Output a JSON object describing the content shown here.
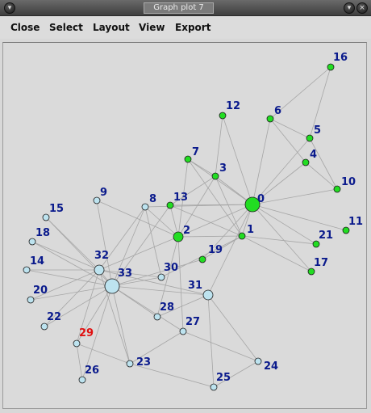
{
  "window": {
    "title": "Graph plot 7",
    "left_button_glyph": "▾",
    "min_button_glyph": "▾",
    "close_button_glyph": "×"
  },
  "menu": {
    "items": [
      {
        "label": "Close"
      },
      {
        "label": "Select"
      },
      {
        "label": "Layout"
      },
      {
        "label": "View"
      },
      {
        "label": "Export"
      }
    ]
  },
  "graph": {
    "colors": {
      "green_node": "#22dd22",
      "blue_node": "#bde3ef",
      "label": "#0a1a8c",
      "highlight_label": "#e01010",
      "edge": "#a6a6a6"
    },
    "nodes": [
      {
        "id": "0",
        "group": "green",
        "size": "large"
      },
      {
        "id": "1",
        "group": "green",
        "size": "small"
      },
      {
        "id": "2",
        "group": "green",
        "size": "medium"
      },
      {
        "id": "3",
        "group": "green",
        "size": "small"
      },
      {
        "id": "4",
        "group": "green",
        "size": "small"
      },
      {
        "id": "5",
        "group": "green",
        "size": "small"
      },
      {
        "id": "6",
        "group": "green",
        "size": "small"
      },
      {
        "id": "7",
        "group": "green",
        "size": "small"
      },
      {
        "id": "8",
        "group": "blue",
        "size": "small"
      },
      {
        "id": "9",
        "group": "blue",
        "size": "small"
      },
      {
        "id": "10",
        "group": "green",
        "size": "small"
      },
      {
        "id": "11",
        "group": "green",
        "size": "small"
      },
      {
        "id": "12",
        "group": "green",
        "size": "small"
      },
      {
        "id": "13",
        "group": "green",
        "size": "small"
      },
      {
        "id": "14",
        "group": "blue",
        "size": "small"
      },
      {
        "id": "15",
        "group": "blue",
        "size": "small"
      },
      {
        "id": "16",
        "group": "green",
        "size": "small"
      },
      {
        "id": "17",
        "group": "green",
        "size": "small"
      },
      {
        "id": "18",
        "group": "blue",
        "size": "small"
      },
      {
        "id": "19",
        "group": "green",
        "size": "small"
      },
      {
        "id": "20",
        "group": "blue",
        "size": "small"
      },
      {
        "id": "21",
        "group": "green",
        "size": "small"
      },
      {
        "id": "22",
        "group": "blue",
        "size": "small"
      },
      {
        "id": "23",
        "group": "blue",
        "size": "small"
      },
      {
        "id": "24",
        "group": "blue",
        "size": "small"
      },
      {
        "id": "25",
        "group": "blue",
        "size": "small"
      },
      {
        "id": "26",
        "group": "blue",
        "size": "small"
      },
      {
        "id": "27",
        "group": "blue",
        "size": "small"
      },
      {
        "id": "28",
        "group": "blue",
        "size": "small"
      },
      {
        "id": "29",
        "group": "blue",
        "size": "small",
        "highlighted": true
      },
      {
        "id": "30",
        "group": "blue",
        "size": "small"
      },
      {
        "id": "31",
        "group": "blue",
        "size": "medium"
      },
      {
        "id": "32",
        "group": "blue",
        "size": "medium"
      },
      {
        "id": "33",
        "group": "blue",
        "size": "large"
      }
    ],
    "edges": [
      [
        "0",
        "1"
      ],
      [
        "0",
        "2"
      ],
      [
        "0",
        "3"
      ],
      [
        "0",
        "4"
      ],
      [
        "0",
        "5"
      ],
      [
        "0",
        "6"
      ],
      [
        "0",
        "7"
      ],
      [
        "0",
        "8"
      ],
      [
        "0",
        "10"
      ],
      [
        "0",
        "11"
      ],
      [
        "0",
        "12"
      ],
      [
        "0",
        "13"
      ],
      [
        "0",
        "17"
      ],
      [
        "0",
        "19"
      ],
      [
        "0",
        "21"
      ],
      [
        "0",
        "31"
      ],
      [
        "1",
        "2"
      ],
      [
        "1",
        "3"
      ],
      [
        "1",
        "7"
      ],
      [
        "1",
        "13"
      ],
      [
        "1",
        "17"
      ],
      [
        "1",
        "19"
      ],
      [
        "1",
        "21"
      ],
      [
        "1",
        "30"
      ],
      [
        "2",
        "3"
      ],
      [
        "2",
        "7"
      ],
      [
        "2",
        "8"
      ],
      [
        "2",
        "9"
      ],
      [
        "2",
        "13"
      ],
      [
        "2",
        "27"
      ],
      [
        "2",
        "28"
      ],
      [
        "2",
        "32"
      ],
      [
        "3",
        "7"
      ],
      [
        "3",
        "12"
      ],
      [
        "3",
        "13"
      ],
      [
        "4",
        "6"
      ],
      [
        "4",
        "10"
      ],
      [
        "5",
        "6"
      ],
      [
        "5",
        "10"
      ],
      [
        "5",
        "16"
      ],
      [
        "6",
        "16"
      ],
      [
        "8",
        "30"
      ],
      [
        "8",
        "32"
      ],
      [
        "8",
        "33"
      ],
      [
        "9",
        "33"
      ],
      [
        "13",
        "33"
      ],
      [
        "14",
        "32"
      ],
      [
        "14",
        "33"
      ],
      [
        "15",
        "32"
      ],
      [
        "15",
        "33"
      ],
      [
        "18",
        "32"
      ],
      [
        "18",
        "33"
      ],
      [
        "19",
        "33"
      ],
      [
        "20",
        "32"
      ],
      [
        "20",
        "33"
      ],
      [
        "22",
        "32"
      ],
      [
        "22",
        "33"
      ],
      [
        "23",
        "25"
      ],
      [
        "23",
        "27"
      ],
      [
        "23",
        "29"
      ],
      [
        "23",
        "32"
      ],
      [
        "23",
        "33"
      ],
      [
        "24",
        "25"
      ],
      [
        "24",
        "27"
      ],
      [
        "24",
        "31"
      ],
      [
        "25",
        "31"
      ],
      [
        "26",
        "29"
      ],
      [
        "26",
        "33"
      ],
      [
        "27",
        "33"
      ],
      [
        "28",
        "31"
      ],
      [
        "28",
        "33"
      ],
      [
        "29",
        "32"
      ],
      [
        "29",
        "33"
      ],
      [
        "30",
        "32"
      ],
      [
        "30",
        "33"
      ],
      [
        "31",
        "32"
      ],
      [
        "31",
        "33"
      ],
      [
        "32",
        "33"
      ]
    ]
  }
}
